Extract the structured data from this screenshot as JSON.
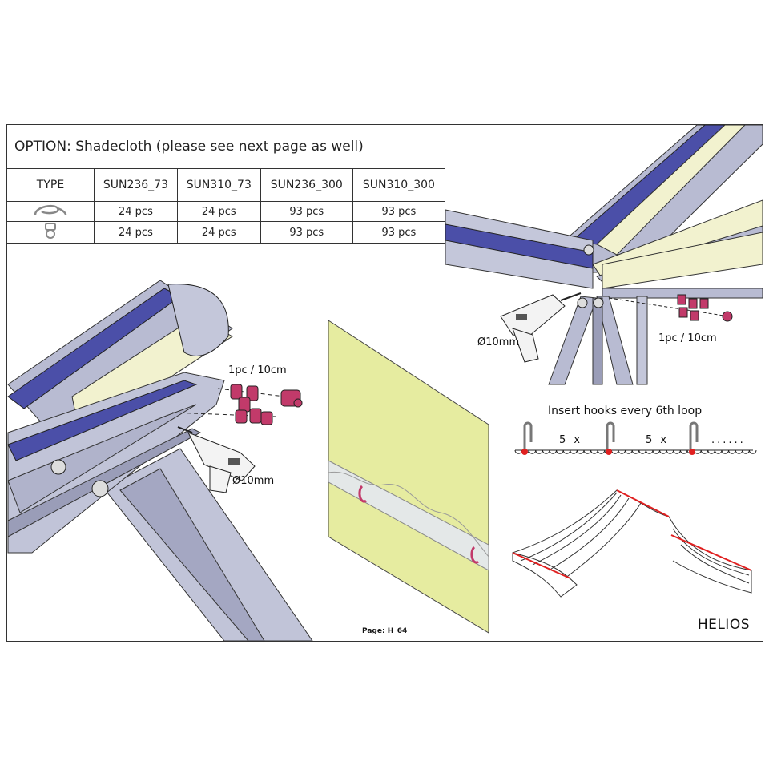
{
  "table": {
    "title": "OPTION: Shadecloth (please see next page as well)",
    "type_label": "TYPE",
    "columns": [
      "SUN236_73",
      "SUN310_73",
      "SUN236_300",
      "SUN310_300"
    ],
    "rows": [
      {
        "icon": "s-hook-icon",
        "values": [
          "24 pcs",
          "24 pcs",
          "93 pcs",
          "93 pcs"
        ]
      },
      {
        "icon": "clip-ring-icon",
        "values": [
          "24 pcs",
          "24 pcs",
          "93 pcs",
          "93 pcs"
        ]
      }
    ]
  },
  "labels": {
    "spacing_left": "1pc / 10cm",
    "drill_left": "Ø10mm",
    "drill_right": "Ø10mm",
    "spacing_right": "1pc / 10cm",
    "hooks_title": "Insert hooks every 6th loop",
    "five_x_1": "5 x",
    "five_x_2": "5 x",
    "dots": "......",
    "brand": "HELIOS",
    "page": "Page: H_64"
  },
  "colors": {
    "frame_blue": "#4b4fa8",
    "frame_grey": "#b9bcd0",
    "cream": "#f2f2cf",
    "cloth": "#e6eca0",
    "clip": "#c23a6a",
    "marker_red": "#e02020"
  }
}
